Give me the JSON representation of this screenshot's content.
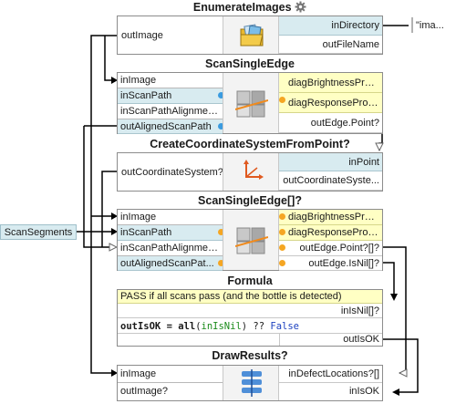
{
  "enumerate": {
    "title": "EnumerateImages",
    "in_directory": "inDirectory",
    "in_directory_value": "\"ima...",
    "out_file_name": "outFileName",
    "out_image": "outImage"
  },
  "scan_single": {
    "title": "ScanSingleEdge",
    "in_image": "inImage",
    "in_scan_path": "inScanPath",
    "in_scan_path_alignment": "inScanPathAlignment*",
    "out_aligned_scan_path": "outAlignedScanPath",
    "diag_brightness": "diagBrightnessProfile",
    "diag_response": "diagResponseProfile",
    "out_edge_point": "outEdge.Point?"
  },
  "coord": {
    "title": "CreateCoordinateSystemFromPoint?",
    "out_coordinate_system": "outCoordinateSystem?",
    "in_point": "inPoint",
    "out_coordinate_system_right": "outCoordinateSyste..."
  },
  "scan_array": {
    "title": "ScanSingleEdge[]?",
    "in_image": "inImage",
    "in_scan_path": "inScanPath",
    "in_scan_path_alignment": "inScanPathAlignment*",
    "out_aligned_scan_path": "outAlignedScanPat...",
    "diag_brightness": "diagBrightnessProfil...",
    "diag_response": "diagResponseProfile...",
    "out_edge_point": "outEdge.Point?[]?",
    "out_edge_isnil": "outEdge.IsNil[]?"
  },
  "scan_segments": {
    "label": "ScanSegments"
  },
  "formula": {
    "title": "Formula",
    "comment": "PASS if all scans pass (and the bottle is detected)",
    "in_is_nil": "inIsNil[]?",
    "code_lhs": "outIsOK = ",
    "code_fn": "all",
    "code_open": "(",
    "code_arg": "inIsNil",
    "code_close": ") ?? ",
    "code_false": "False",
    "out_is_ok": "outIsOK"
  },
  "draw": {
    "title": "DrawResults?",
    "in_image": "inImage",
    "out_image": "outImage?",
    "in_defect_locations": "inDefectLocations?[]",
    "in_is_ok": "inIsOK"
  },
  "icons": {
    "gear": "gear-icon",
    "folder_images": "folder-images-icon",
    "scan_edge": "scan-edge-icon",
    "coordinate": "coordinate-system-icon",
    "draw_results": "draw-results-icon"
  }
}
